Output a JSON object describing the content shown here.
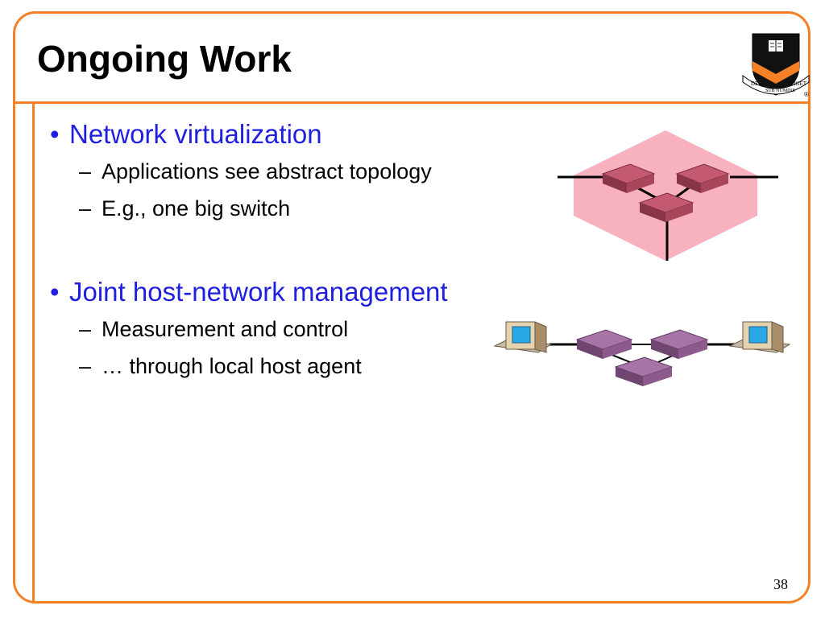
{
  "slide": {
    "title": "Ongoing Work",
    "page_number": "38",
    "bullets": [
      {
        "text": "Network virtualization",
        "subitems": [
          "Applications see abstract topology",
          "E.g., one big switch"
        ]
      },
      {
        "text": "Joint host-network management",
        "subitems": [
          "Measurement and control",
          "… through local host agent"
        ]
      }
    ],
    "logo": {
      "motto_left": "DEI",
      "motto_center": "SUB NUMINE",
      "motto_right": "VIGET",
      "registered": "®"
    },
    "markers": {
      "bullet": "•",
      "dash": "–"
    }
  },
  "colors": {
    "accent_orange": "#f58025",
    "bullet_blue": "#1f1fe0",
    "virtual_region_pink": "#f7a3b3",
    "switch_maroon": "#a8475c",
    "switch_purple": "#8e5a8e"
  },
  "icons": {
    "logo": "princeton-shield-icon",
    "switch": "network-switch-icon",
    "host": "desktop-computer-icon"
  }
}
